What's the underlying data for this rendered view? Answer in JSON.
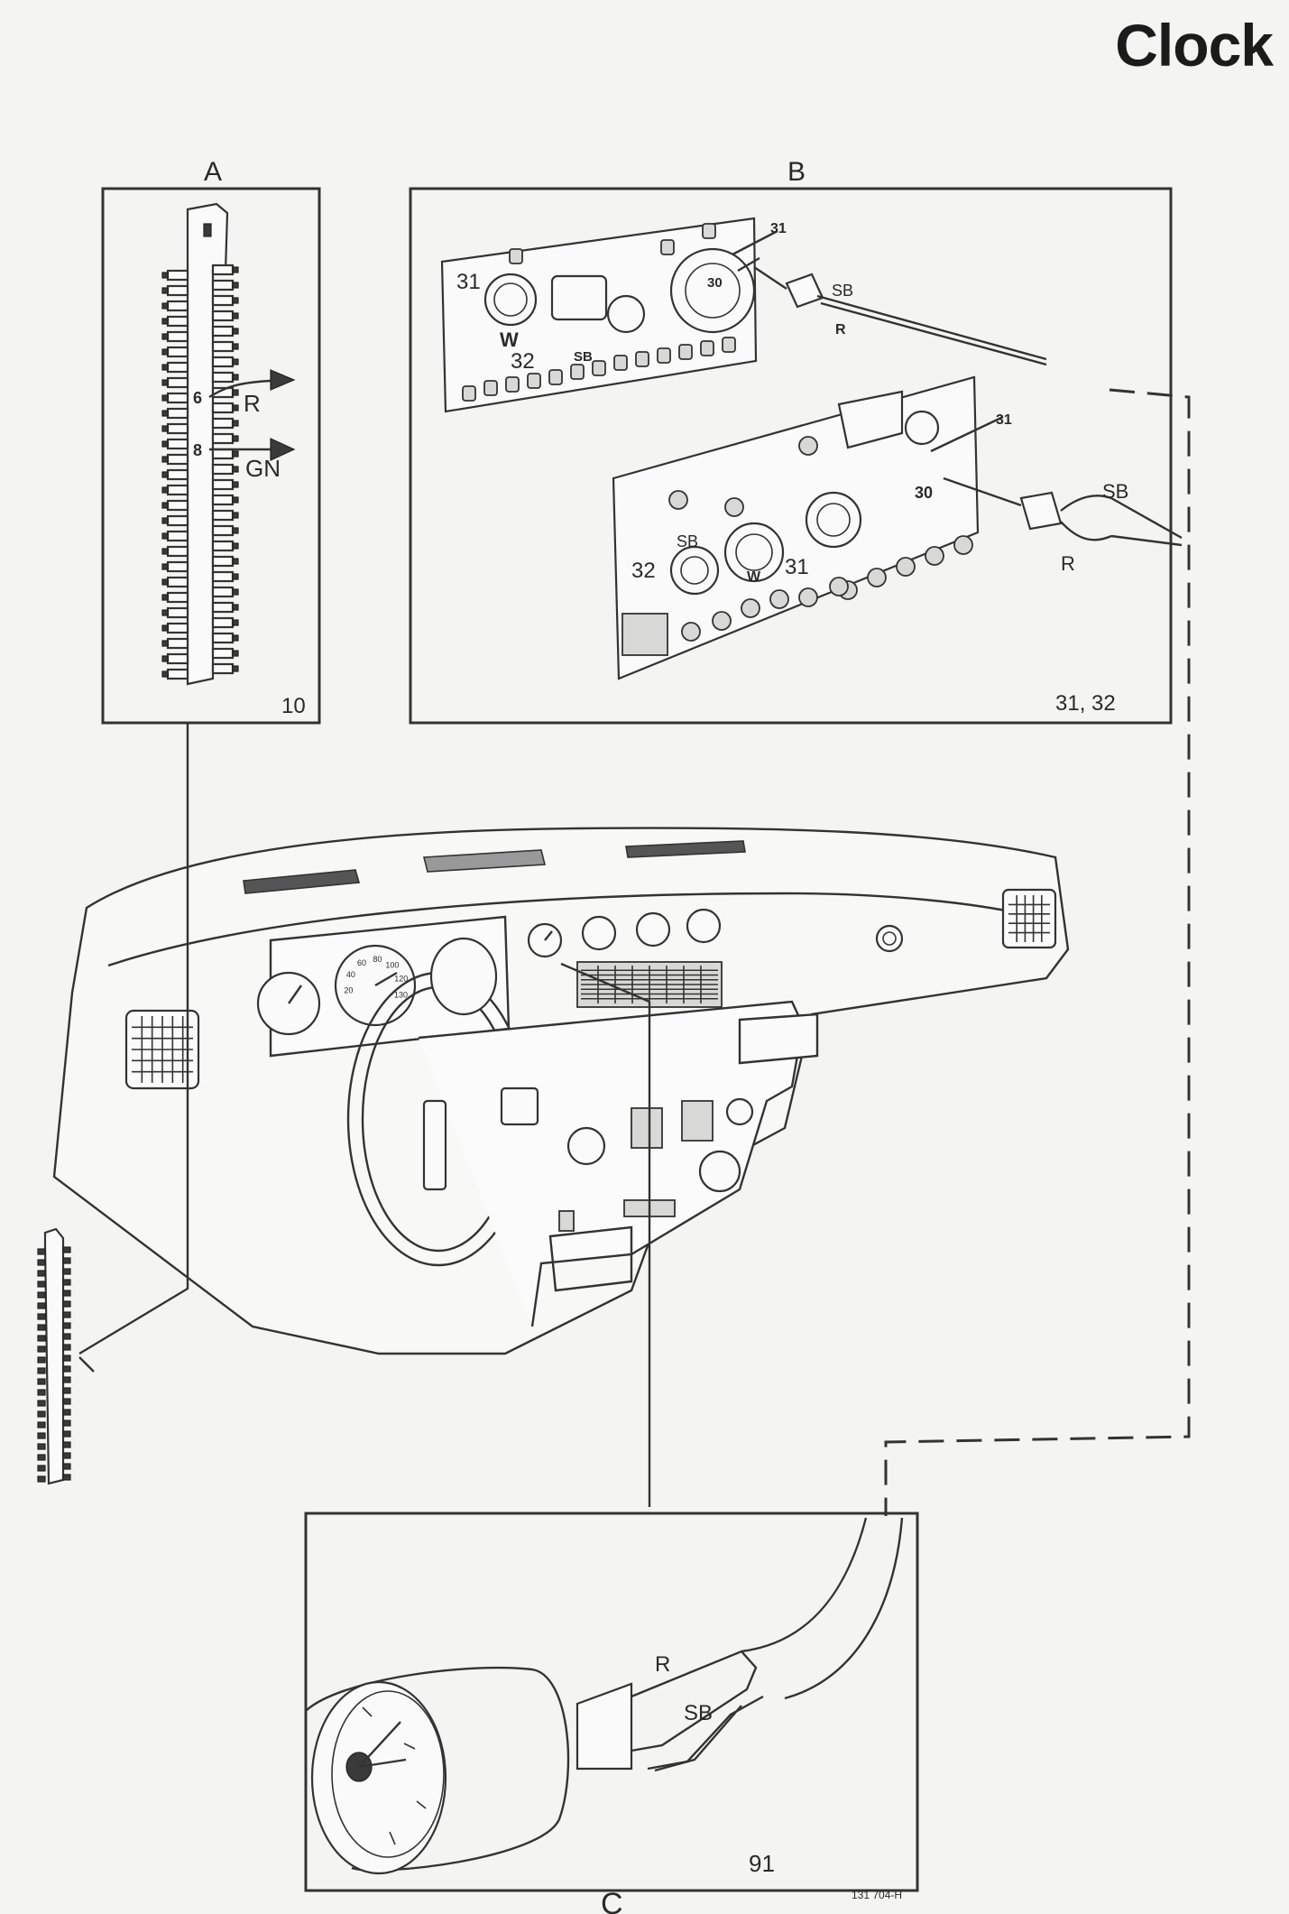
{
  "title": "Clock",
  "panels": {
    "a": {
      "letter": "A",
      "number": "10"
    },
    "b": {
      "letter": "B",
      "number": "31, 32"
    },
    "c": {
      "letter": "C",
      "number": "91"
    }
  },
  "labels": {
    "a_pin6": "6",
    "a_pin8": "8",
    "a_wire_r": "R",
    "a_wire_gn": "GN",
    "b1_31": "31",
    "b1_31b": "31",
    "b1_30": "30",
    "b1_32": "32",
    "b1_w": "W",
    "b1_sb": "SB",
    "b1_sb2": "SB",
    "b1_r": "R",
    "b2_31": "31",
    "b2_30": "30",
    "b2_31b": "31",
    "b2_32": "32",
    "b2_sb": "SB",
    "b2_w": "W",
    "b2_sb2": "SB",
    "b2_r": "R",
    "c_r": "R",
    "c_sb": "SB"
  },
  "speedometer_ticks": [
    "20",
    "40",
    "60",
    "80",
    "100",
    "120",
    "130"
  ],
  "figure_code": "131 704-H"
}
